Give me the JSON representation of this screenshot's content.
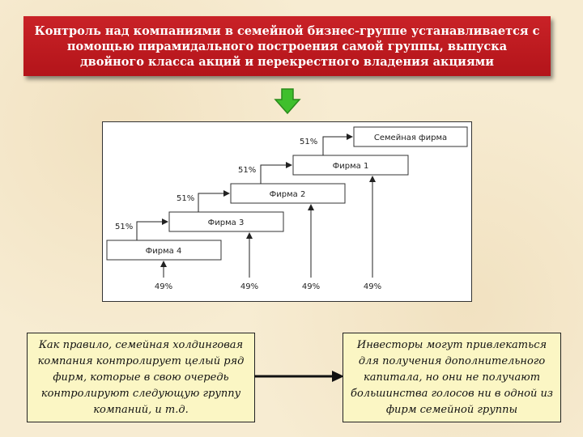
{
  "title": "Контроль над компаниями в семейной бизнес-группе устанавливается с помощью пирамидального построения самой группы, выпуска двойного класса акций и перекрестного владения акциями",
  "arrow_icon": "down-arrow-icon",
  "colors": {
    "title_bg": "#c0191e",
    "arrow_green": "#3fbf2c",
    "note_bg": "#fbf6c4"
  },
  "diagram": {
    "firms": [
      "Семейная фирма",
      "Фирма 1",
      "Фирма 2",
      "Фирма 3",
      "Фирма 4"
    ],
    "control_share": [
      "51%",
      "51%",
      "51%",
      "51%"
    ],
    "investor_share": [
      "49%",
      "49%",
      "49%",
      "49%"
    ]
  },
  "notes": {
    "left": "Как правило, семейная холдинговая компания контролирует целый ряд фирм, которые в свою очередь контролируют следующую группу компаний, и т.д.",
    "right": "Инвесторы могут привлекаться для получения дополнительного капитала, но они не получают большинства голосов ни в одной из фирм семейной группы"
  }
}
